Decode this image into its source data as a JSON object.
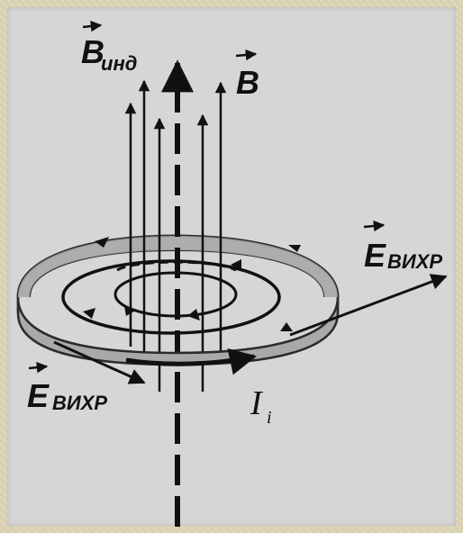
{
  "labels": {
    "b_ind": {
      "main": "B",
      "sub": "инд"
    },
    "b": {
      "main": "B"
    },
    "e_right": {
      "main": "E",
      "sub": "ВИХР"
    },
    "e_left": {
      "main": "E",
      "sub": "ВИХР"
    },
    "current": {
      "main": "I",
      "sub": "i"
    }
  },
  "colors": {
    "ring_fill": "#a9a9a9",
    "ring_stroke": "#2b2b2b",
    "lines": "#111111",
    "panel": "#d6d6d6"
  }
}
